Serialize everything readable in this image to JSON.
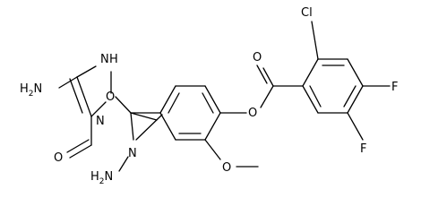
{
  "molecule": {
    "atom_labels": {
      "amine": "H2N",
      "amine_h_subscript": "2",
      "ring_nh": "N",
      "ring_nh_h": "H",
      "ring_o": "O",
      "ring_n": "N",
      "aldehyde_o": "O",
      "hydrazone_nh2": "H2N",
      "hydrazone_n": "N",
      "ester_o_carbonyl": "O",
      "ester_o_link": "O",
      "methoxy_o": "O",
      "chloro": "Cl",
      "fluoro_upper": "F",
      "fluoro_lower": "F"
    },
    "colors": {
      "bond": "#000000",
      "label": "#000000"
    }
  }
}
